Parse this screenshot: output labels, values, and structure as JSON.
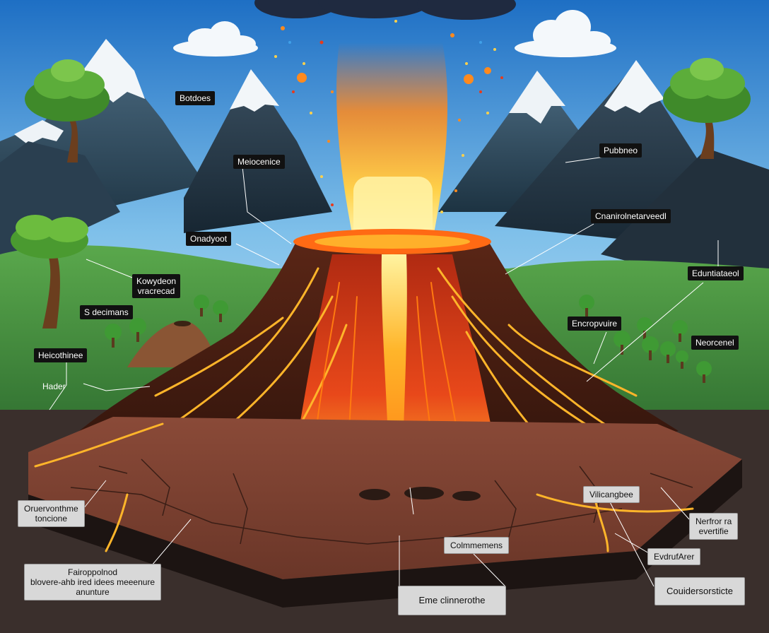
{
  "labels": {
    "bottles": "Botdoes",
    "meiocenice": "Meiocenice",
    "onadyoot": "Onadyoot",
    "kowydeon_1": "Kowydeon",
    "kowydeon_2": "vracrecad",
    "s_decimans": "S decimans",
    "heicothinee": "Heicothinee",
    "hader": "Hader",
    "pubbneo": "Pubbneo",
    "cnanirolne": "Cnanirolnetarveedl",
    "eduntiataeol": "Eduntiataeol",
    "encropvuire": "Encropvuire",
    "neorcenel": "Neorcenel",
    "oruerv_1": "Oruervonthme",
    "oruerv_2": "toncione",
    "fairoppolnod_1": "Fairoppolnod",
    "fairoppolnod_2": "blovere-ahb ired idees meeenure",
    "fairoppolnod_3": "anunture",
    "vilicangbee": "Vilicangbee",
    "nerfror_1": "Nerfror ra",
    "nerfror_2": "evertifie",
    "colmmemens": "Colmmemens",
    "eme_clinnerothe": "Eme clinnerothe",
    "evdrufarer": "EvdrufArer",
    "couidersorsticte": "Couidersorsticte"
  },
  "colors": {
    "sky_top": "#1e6fc4",
    "sky_bottom": "#bfe0f2",
    "lava_bright": "#ffe06a",
    "lava_orange": "#ff8a1e",
    "lava_red": "#d8321a",
    "rock_dark": "#3b1c12",
    "ground": "#5a3a2e",
    "grass": "#3d8a3a",
    "mountain": "#2f4a5c"
  }
}
